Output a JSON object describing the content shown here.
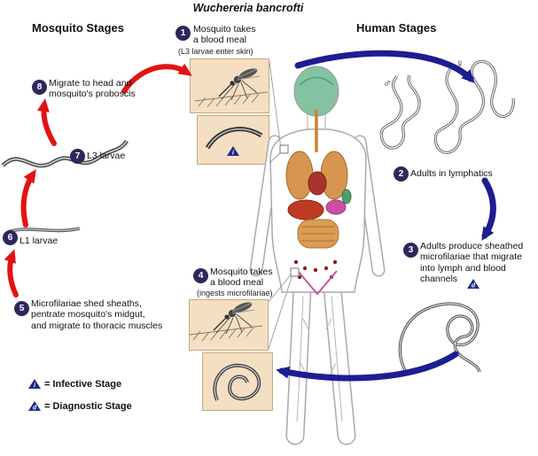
{
  "title": "Wuchereria bancrofti",
  "headers": {
    "mosquito": "Mosquito Stages",
    "human": "Human Stages"
  },
  "steps": [
    {
      "number": "1",
      "label": "Mosquito takes\na blood meal",
      "sub": "(L3 larvae enter skin)"
    },
    {
      "number": "2",
      "label": "Adults in lymphatics"
    },
    {
      "number": "3",
      "label": "Adults produce sheathed\nmicrofilariae that migrate\ninto lymph and blood\nchannels"
    },
    {
      "number": "4",
      "label": "Mosquito takes\na blood meal",
      "sub": "(ingests microfilariae)"
    },
    {
      "number": "5",
      "label": "Microfilariae shed sheaths,\npentrate mosquito's midgut,\nand migrate to thoracic muscles"
    },
    {
      "number": "6",
      "label": "L1 larvae"
    },
    {
      "number": "7",
      "label": "L3 larvae"
    },
    {
      "number": "8",
      "label": "Migrate to head and\nmosquito's proboscis"
    }
  ],
  "legend": {
    "infective": {
      "symbol": "i",
      "text": "= Infective Stage"
    },
    "diagnostic": {
      "symbol": "d",
      "text": "= Diagnostic Stage"
    }
  },
  "symbols": {
    "male": "♂",
    "female": "♀"
  },
  "colors": {
    "mosquito_cycle_arrow": "#e31212",
    "human_cycle_arrow": "#1d1d92",
    "step_circle": "#31265c",
    "stage_triangle": "#1b2a8a",
    "image_box": "#f5dfc2"
  }
}
